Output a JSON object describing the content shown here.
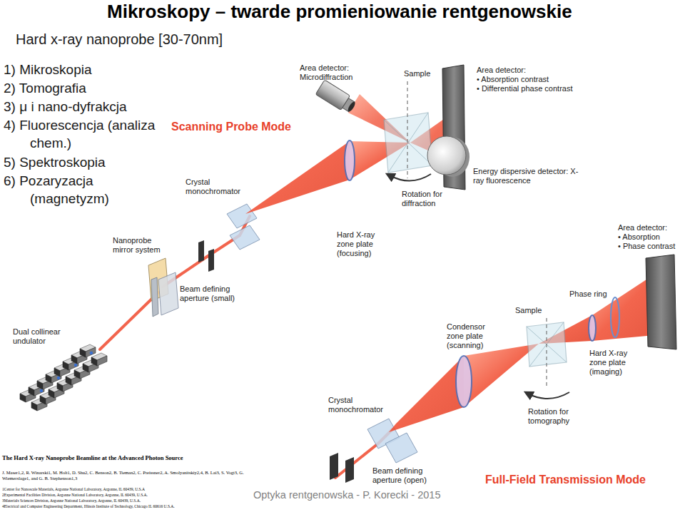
{
  "diagram": {
    "title": "Mikroskopy – twarde promieniowanie rentgenowskie",
    "labels": [
      "Hard x-ray nanoprobe [30-70nm]",
      "1) Mikroskopia",
      "2) Tomografia",
      "3) μ i nano-dyfrakcja",
      "4) Fluorescencja (analiza chem.)",
      "5) Spektroskopia",
      "6) Pozaryzacja (magnetyzm)",
      "Area detector: Microdiffraction",
      "Sample",
      "Area detector:",
      "• Absorption contrast",
      "• Differential phase contrast",
      "Scanning Probe Mode",
      "Energy dispersive detector: X-ray fluorescence",
      "Crystal monochromator",
      "Rotation for diffraction",
      "Hard X-ray zone plate (focusing)",
      "Nanoprobe mirror system",
      "Beam defining aperture (small)",
      "Dual collinear undulator",
      "Area detector:",
      "• Absorption",
      "• Phase contrast",
      "Phase ring",
      "Sample",
      "Condensor zone plate (scanning)",
      "Hard X-ray zone plate (imaging)",
      "Crystal monochromator",
      "Rotation for tomography",
      "Beam defining aperture (open)",
      "Full-Field Transmission Mode",
      "The Hard X-ray Nanoprobe Beamline at the Advanced Photon Source",
      "J. Maser1,2, R. Winarski1, M. Holt1, D. Shu2, C. Benson2, B. Tieman2, C. Preissner2, A. Smolyanitskiy2,4, B. Lai3, S. Vogt3, G. Wiemerslage1, and G. B. Stephenson1,3",
      "1Center for Nanoscale Materials, Argonne National Laboratory, Argonne, IL 60439, U.S.A",
      "2Experimental Facilities Division, Argonne National Laboratory, Argonne, IL 60439, U.S.A.",
      "3Materials Sciences Division, Argonne National Laboratory, Argonne, IL 60439, U.S.A.",
      "4Electrical and Computer Engineering Department, Illinois Institute of Technology, Chicago IL 60616 U.S.A.",
      "Optyka rentgenowska - P. Korecki - 2015"
    ]
  }
}
